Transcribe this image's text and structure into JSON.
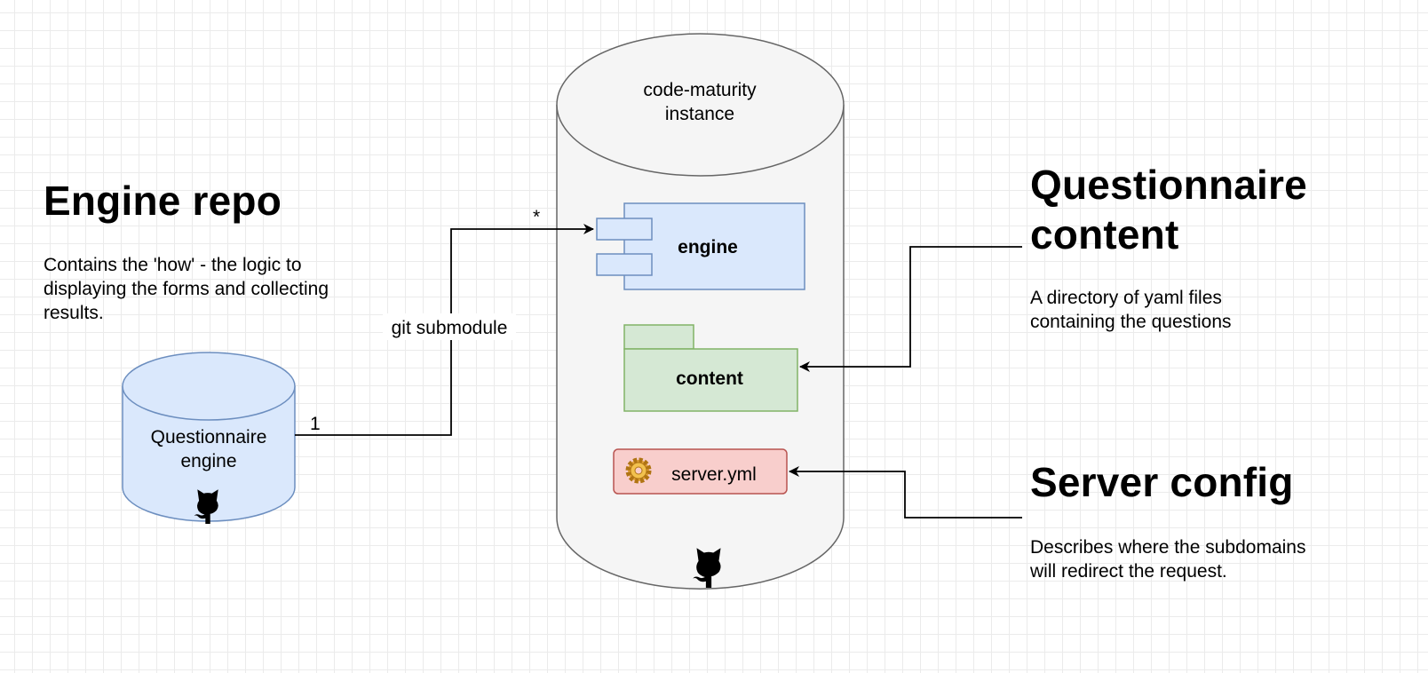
{
  "engine_repo": {
    "heading": "Engine repo",
    "description": "Contains the 'how' - the logic to displaying the forms and collecting results."
  },
  "questionnaire_engine": {
    "line1": "Questionnaire",
    "line2": "engine",
    "icon": "github-octocat-icon"
  },
  "connector": {
    "label": "git submodule",
    "source_multiplicity": "1",
    "target_multiplicity": "*"
  },
  "instance": {
    "line1": "code-maturity",
    "line2": "instance",
    "icon": "github-octocat-icon"
  },
  "engine_component": {
    "label": "engine"
  },
  "content_folder": {
    "label": "content"
  },
  "server_config_file": {
    "label": "server.yml",
    "icon": "gear-icon"
  },
  "questionnaire_content": {
    "heading_line1": "Questionnaire",
    "heading_line2": "content",
    "description_line1": "A directory of yaml files",
    "description_line2": "containing the questions"
  },
  "server_config": {
    "heading": "Server config",
    "description_line1": "Describes where the subdomains",
    "description_line2": "will redirect the request."
  },
  "colors": {
    "blue_fill": "#dae8fc",
    "blue_stroke": "#6c8ebf",
    "green_fill": "#d5e8d4",
    "green_stroke": "#82b366",
    "red_fill": "#f8cecc",
    "red_stroke": "#b85450",
    "gray_fill": "#f5f5f5",
    "gray_stroke": "#666666"
  }
}
